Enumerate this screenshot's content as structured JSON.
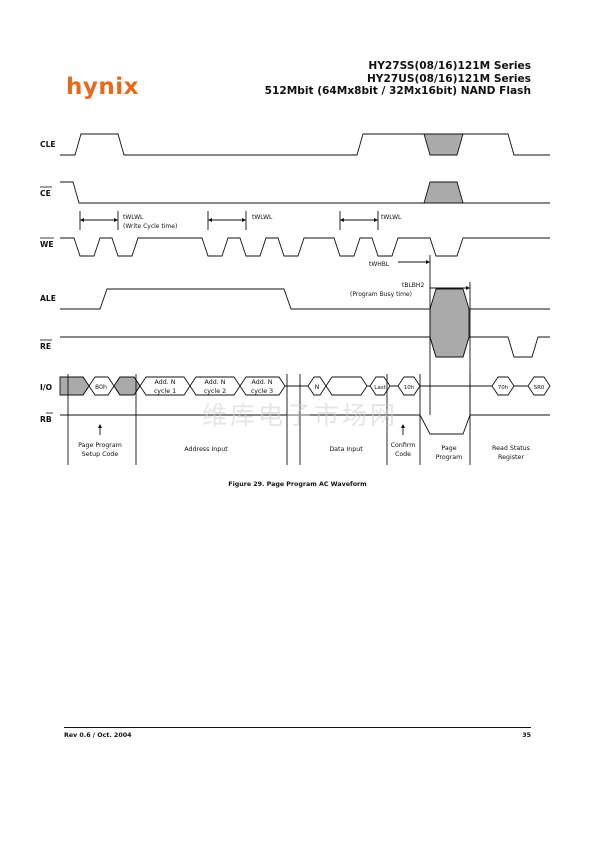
{
  "header": {
    "logo": "hynix",
    "line1": "HY27SS(08/16)121M Series",
    "line2": "HY27US(08/16)121M Series",
    "line3": "512Mbit (64Mx8bit / 32Mx16bit) NAND Flash"
  },
  "signals": {
    "cle": "CLE",
    "ce": "CE",
    "we": "WE",
    "ale": "ALE",
    "re": "RE",
    "io": "I/O",
    "rb": "RB"
  },
  "timing": {
    "twlwl": "tWLWL",
    "write_cycle": "(Write Cycle time)",
    "twhbl": "tWHBL",
    "tblbh2": "tBLBH2",
    "program_busy": "(Program Busy time)"
  },
  "io_bus": {
    "cmd_80h": "80h",
    "addr1_a": "Add. N",
    "addr1_b": "cycle 1",
    "addr2_a": "Add. N",
    "addr2_b": "cycle 2",
    "addr3_a": "Add. N",
    "addr3_b": "cycle 3",
    "data_n": "N",
    "data_last": "Last",
    "cmd_10h": "10h",
    "cmd_70h": "70h",
    "sr0": "SR0"
  },
  "phases": {
    "setup_a": "Page Program",
    "setup_b": "Setup Code",
    "address": "Address Input",
    "data": "Data Input",
    "confirm_a": "Confirm",
    "confirm_b": "Code",
    "program_a": "Page",
    "program_b": "Program",
    "read_a": "Read Status",
    "read_b": "Register"
  },
  "watermark": "维库电子市场网",
  "caption": "Figure 29. Page Program AC Waveform",
  "footer": {
    "revision": "Rev 0.6 / Oct. 2004",
    "page": "35"
  }
}
